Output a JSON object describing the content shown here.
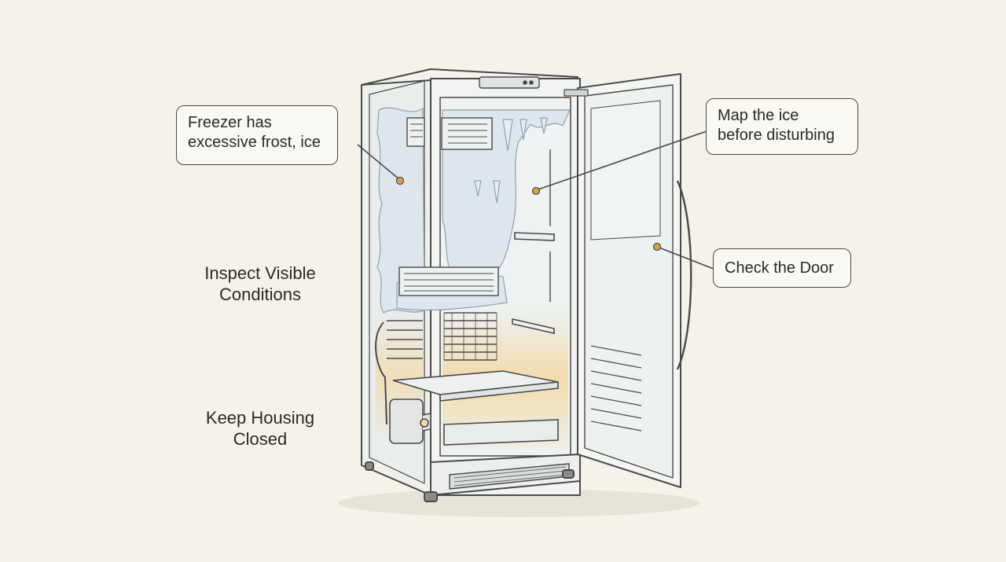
{
  "callouts": {
    "frost": {
      "lines": [
        "Freezer has",
        "excessive frost, ice"
      ]
    },
    "map_ice": {
      "lines": [
        "Map the ice",
        "before disturbing"
      ]
    },
    "door": {
      "lines": [
        "Check the Door"
      ]
    }
  },
  "side_labels": {
    "inspect": {
      "lines": [
        "Inspect Visible",
        "Conditions"
      ]
    },
    "housing": {
      "lines": [
        "Keep Housing",
        "Closed"
      ]
    }
  },
  "colors": {
    "background": "#f4f2e9",
    "outline": "#4a4a4a",
    "marker": "#d9a04a",
    "frost": "#dde6ee",
    "warm_glow": "#f3d9a6"
  }
}
